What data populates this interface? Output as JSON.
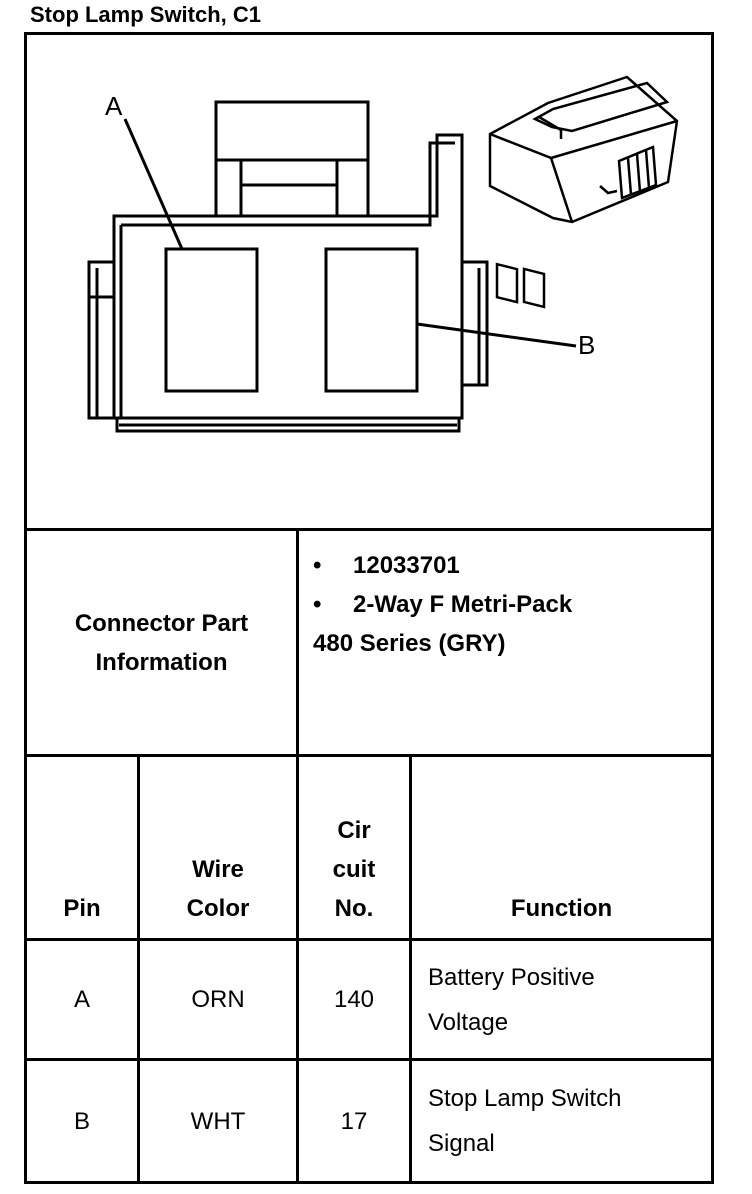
{
  "title": "Stop Lamp Switch, C1",
  "diagram": {
    "label_a": "A",
    "label_b": "B"
  },
  "part_info": {
    "label_line1": "Connector Part",
    "label_line2": "Information",
    "bullet_glyph": "•",
    "bullet1": "12033701",
    "bullet2": "2-Way F Metri-Pack",
    "line3": "480 Series (GRY)"
  },
  "table": {
    "headers": {
      "pin": "Pin",
      "wire_color_1": "Wire",
      "wire_color_2": "Color",
      "circuit_1": "Cir",
      "circuit_2": "cuit",
      "circuit_3": "No.",
      "function": "Function"
    },
    "rows": [
      {
        "pin": "A",
        "wire_color": "ORN",
        "circuit": "140",
        "function_1": "Battery Positive",
        "function_2": "Voltage"
      },
      {
        "pin": "B",
        "wire_color": "WHT",
        "circuit": "17",
        "function_1": "Stop Lamp Switch",
        "function_2": "Signal"
      }
    ]
  }
}
